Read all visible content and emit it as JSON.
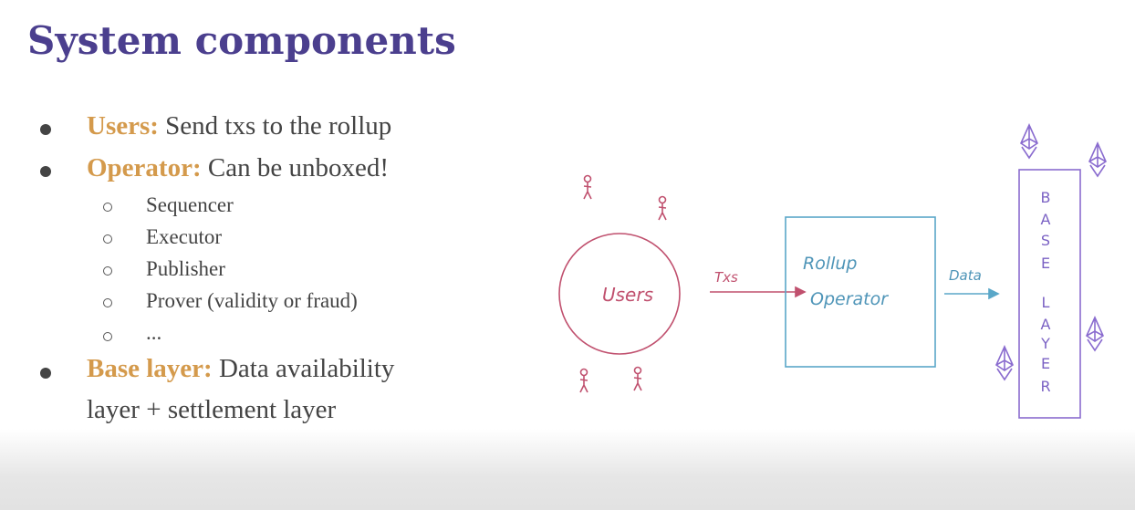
{
  "title": "System components",
  "bullets": [
    {
      "label": "Users:",
      "text": " Send txs to the rollup"
    },
    {
      "label": "Operator:",
      "text": " Can be unboxed!"
    },
    {
      "label": "Base layer:",
      "text": " Data availability",
      "text2": "layer + settlement layer"
    }
  ],
  "sub_items": [
    "Sequencer",
    "Executor",
    "Publisher",
    "Prover (validity or fraud)",
    "..."
  ],
  "diagram": {
    "users": "Users",
    "txs": "Txs",
    "rollup": "Rollup",
    "operator": "Operator",
    "data": "Data",
    "base_letters": [
      "B",
      "A",
      "S",
      "E",
      "L",
      "A",
      "Y",
      "E",
      "R"
    ],
    "colors": {
      "users": "#c0506e",
      "operator": "#5aa7c8",
      "base": "#8a6ccf"
    }
  }
}
